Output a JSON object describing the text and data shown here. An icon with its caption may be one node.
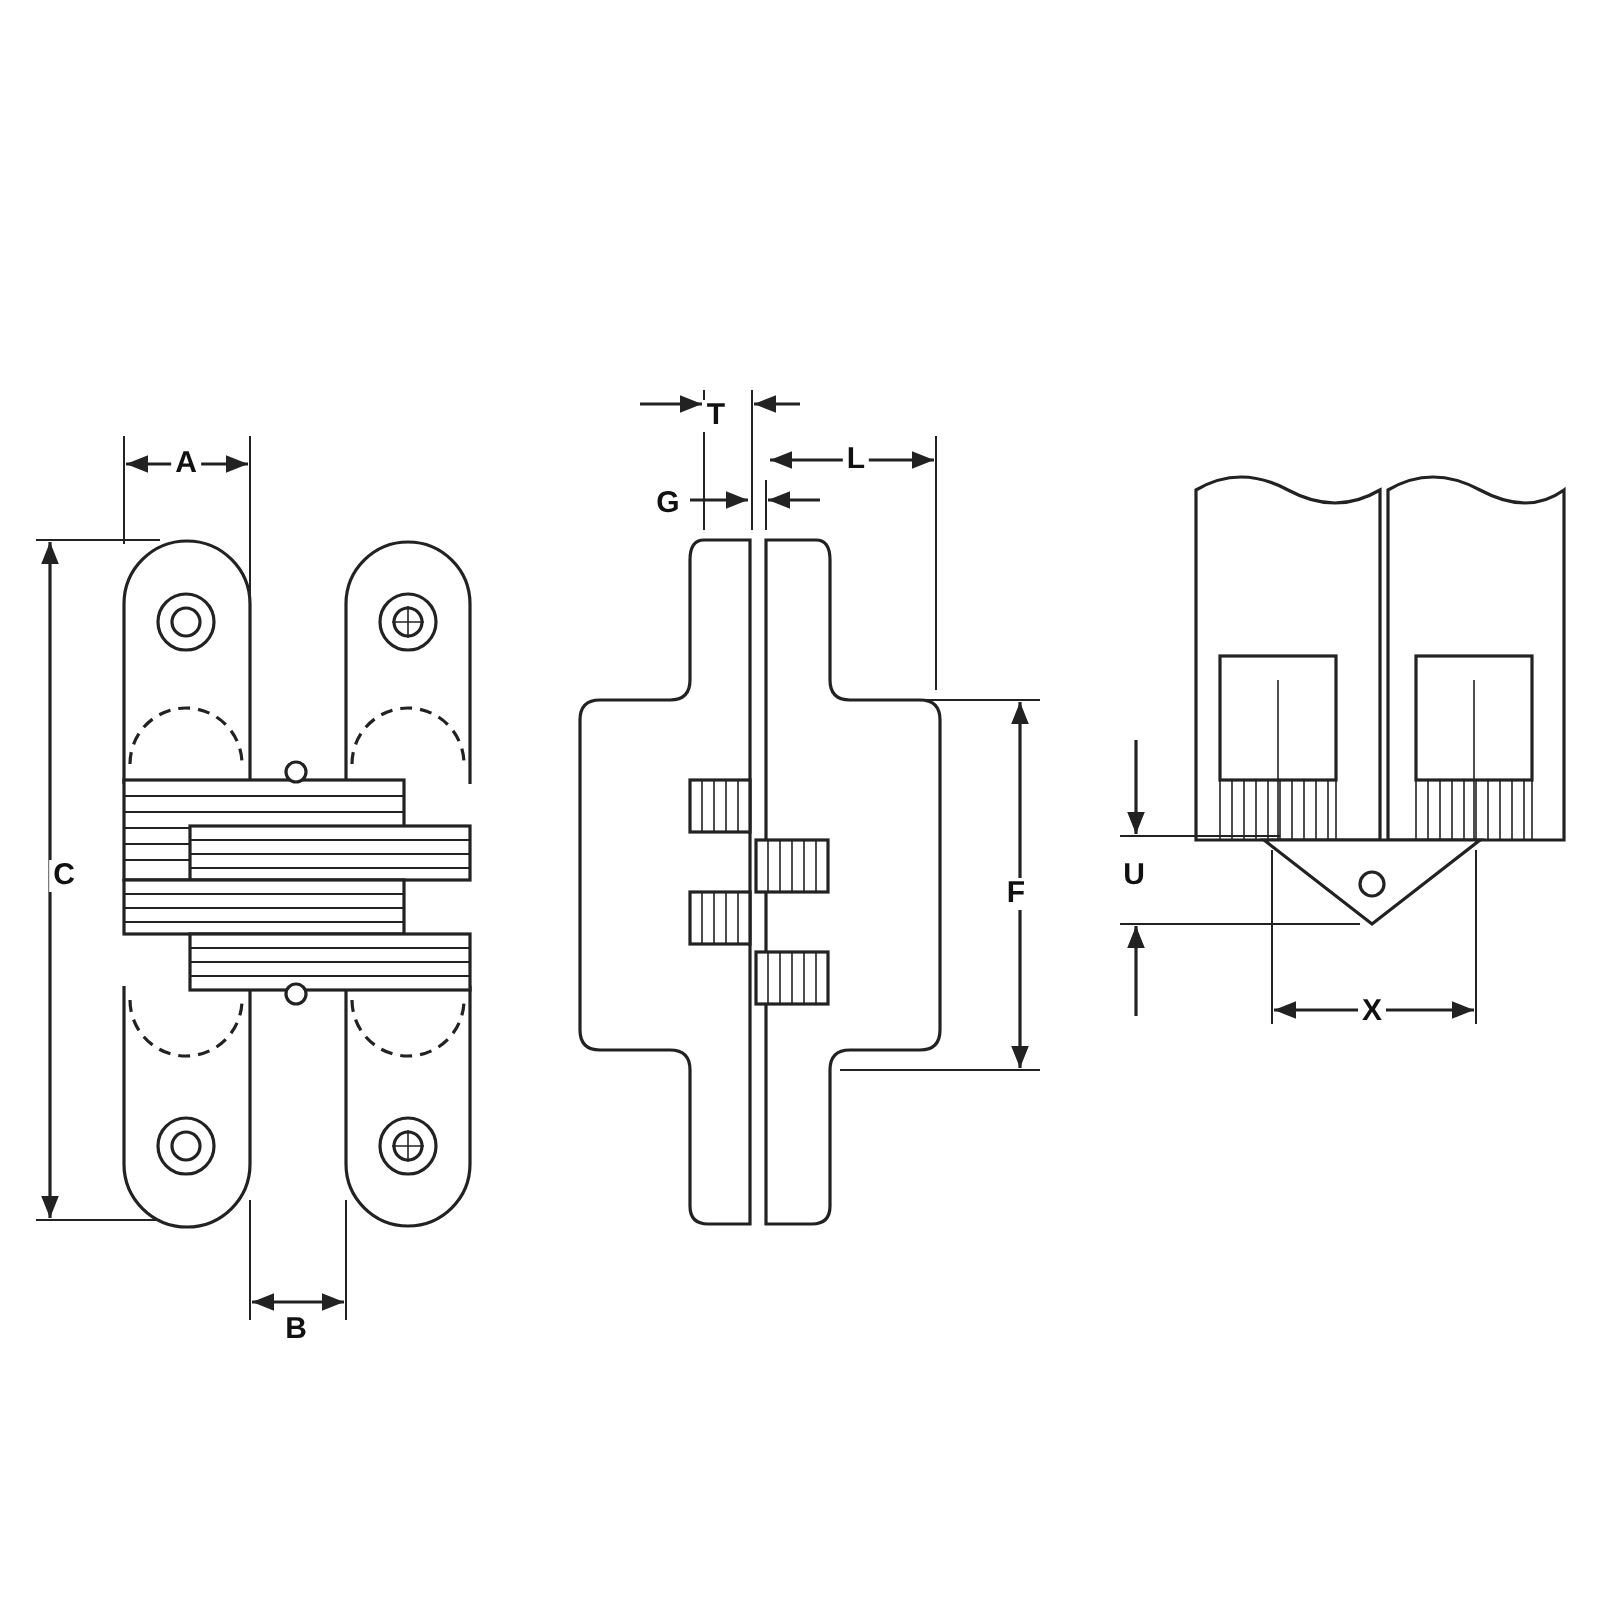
{
  "diagram": {
    "labels": [
      "A",
      "T",
      "L",
      "G",
      "C",
      "F",
      "U",
      "X",
      "B"
    ]
  }
}
